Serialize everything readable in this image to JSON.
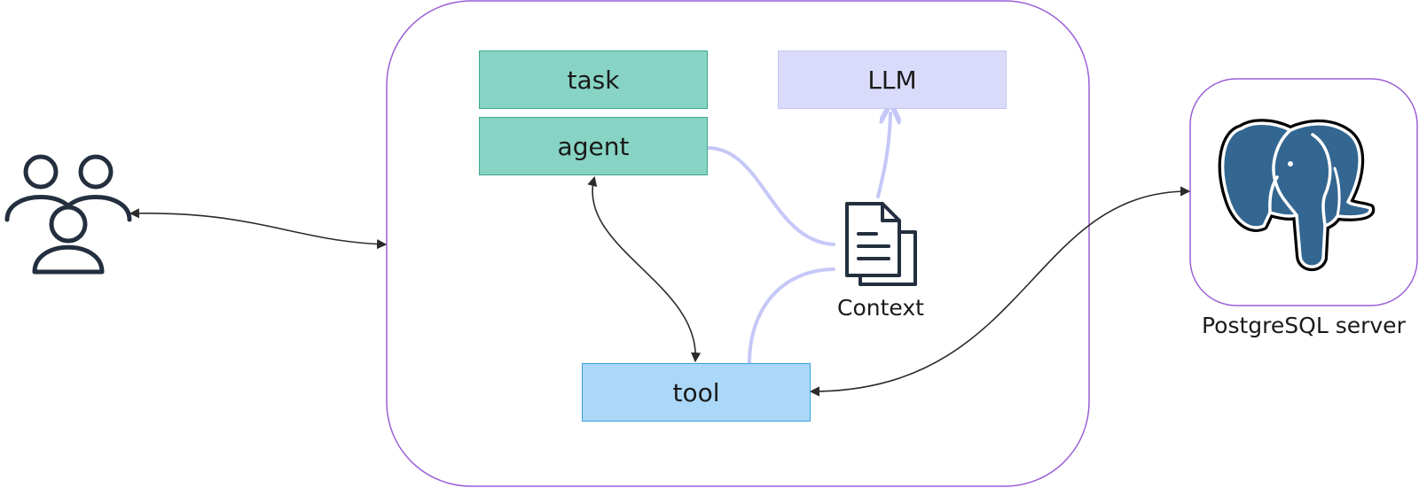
{
  "nodes": {
    "task": "task",
    "agent": "agent",
    "llm": "LLM",
    "tool": "tool"
  },
  "labels": {
    "context": "Context",
    "postgres": "PostgreSQL server"
  },
  "icons": {
    "users": "users-group-icon",
    "context": "document-stack-icon",
    "postgres": "postgresql-elephant-icon"
  },
  "colors": {
    "container_border": "#9c5fd6",
    "task_agent_fill": "#88d4c4",
    "llm_fill": "#dadbfa",
    "tool_fill": "#abd8f8",
    "context_flow": "#c5c8f7",
    "arrow": "#2b2b2b",
    "icon_dark": "#232f3e",
    "postgres_blue": "#336791"
  }
}
